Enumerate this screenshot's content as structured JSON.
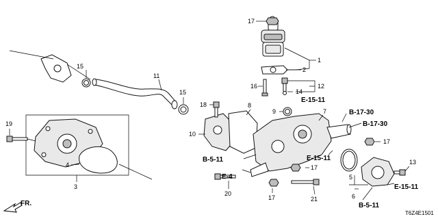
{
  "callouts": {
    "c1": "1",
    "c2": "2",
    "c3": "3",
    "c4": "4",
    "c5": "5",
    "c6": "6",
    "c7": "7",
    "c8": "8",
    "c9": "9",
    "c10": "10",
    "c11": "11",
    "c12": "12",
    "c13": "13",
    "c14": "14",
    "c15a": "15",
    "c15b": "15",
    "c16": "16",
    "c17a": "17",
    "c17b": "17",
    "c17c": "17",
    "c17d": "17",
    "c18": "18",
    "c19": "19",
    "c20": "20",
    "c21": "21"
  },
  "refs": {
    "r_e1511_top": "E-15-11",
    "r_b1730_a": "B-17-30",
    "r_b1730_b": "B-17-30",
    "r_e1511_mid": "E-15-11",
    "r_b511_left": "B-5-11",
    "r_e4": "E-4",
    "r_e1511_right": "E-15-11",
    "r_b511_bottom": "B-5-11"
  },
  "front_label": "FR.",
  "diagram_code": "T6Z4E1501"
}
